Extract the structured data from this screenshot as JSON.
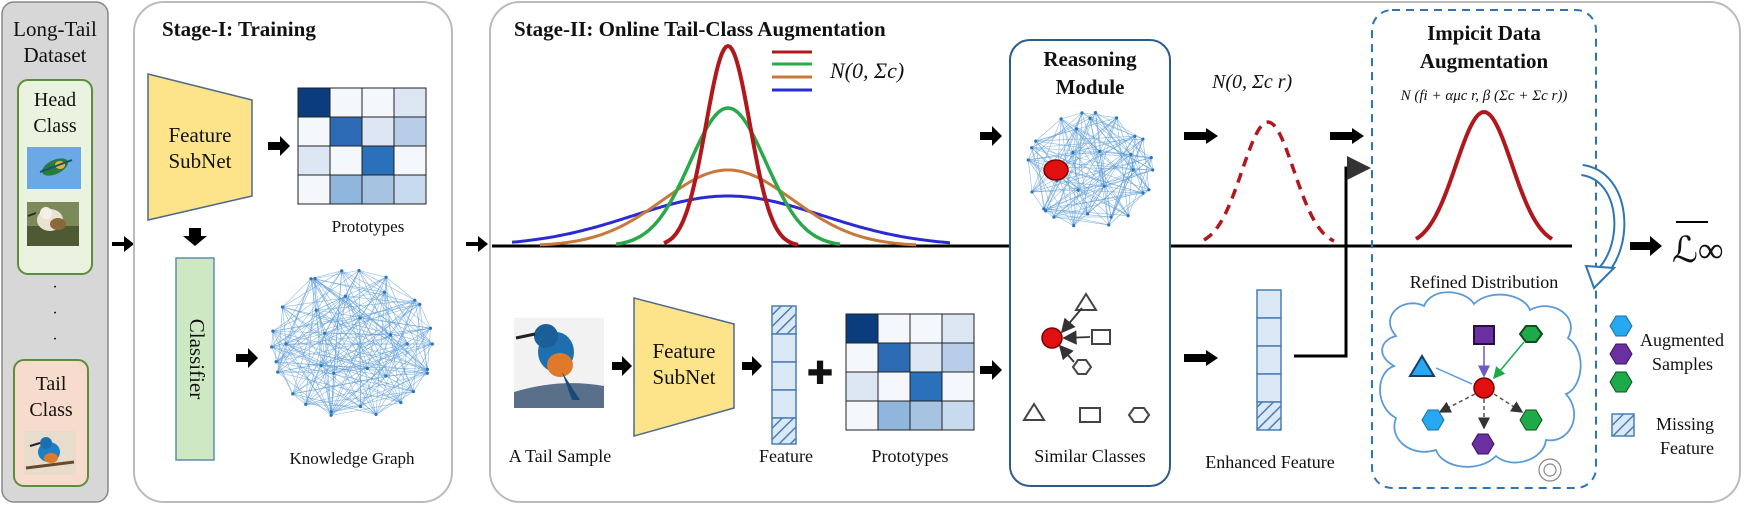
{
  "dataset": {
    "title_line1": "Long-Tail",
    "title_line2": "Dataset",
    "head_line1": "Head",
    "head_line2": "Class",
    "dots": "·",
    "tail_line1": "Tail",
    "tail_line2": "Class"
  },
  "stage1": {
    "title": "Stage-I: Training",
    "subnet_line1": "Feature",
    "subnet_line2": "SubNet",
    "prototypes_label": "Prototypes",
    "classifier_label": "Classifier",
    "graph_label": "Knowledge Graph"
  },
  "stage2": {
    "title": "Stage-II: Online Tail-Class Augmentation",
    "legend_formula": "N(0, Σc)",
    "subnet_line1": "Feature",
    "subnet_line2": "SubNet",
    "sample_label": "A Tail Sample",
    "feature_label": "Feature",
    "prototypes_label": "Prototypes",
    "plus": "✚"
  },
  "reasoning": {
    "title_line1": "Reasoning",
    "title_line2": "Module",
    "similar_label": "Similar Classes",
    "reasoned_formula": "N(0, Σc r)"
  },
  "enhanced": {
    "label": "Enhanced Feature"
  },
  "implicit": {
    "title_line1": "Impicit Data",
    "title_line2": "Augmentation",
    "formula": "N (fi + αμc r, β (Σc + Σc r))",
    "refined_label": "Refined Distribution"
  },
  "legend": {
    "augmented_line1": "Augmented",
    "augmented_line2": "Samples",
    "missing_line1": "Missing",
    "missing_line2": "Feature"
  },
  "loss": {
    "symbol": "ℒ∞"
  },
  "colors": {
    "gauss_red": "#b0181d",
    "gauss_green": "#2aa84a",
    "gauss_orange": "#c8783a",
    "gauss_blue": "#2b2bd6",
    "subnet_fill": "#fde38a",
    "classifier_fill": "#cfe8c4",
    "head_fill": "#e9f3df",
    "tail_fill": "#f7dccd",
    "graph_line": "#5b9bd5",
    "panel_gray": "#d7d7d7",
    "node_red": "#e01010",
    "node_cyan": "#26a9f2",
    "node_purple": "#6a2fa0",
    "node_green": "#1faa4a"
  }
}
